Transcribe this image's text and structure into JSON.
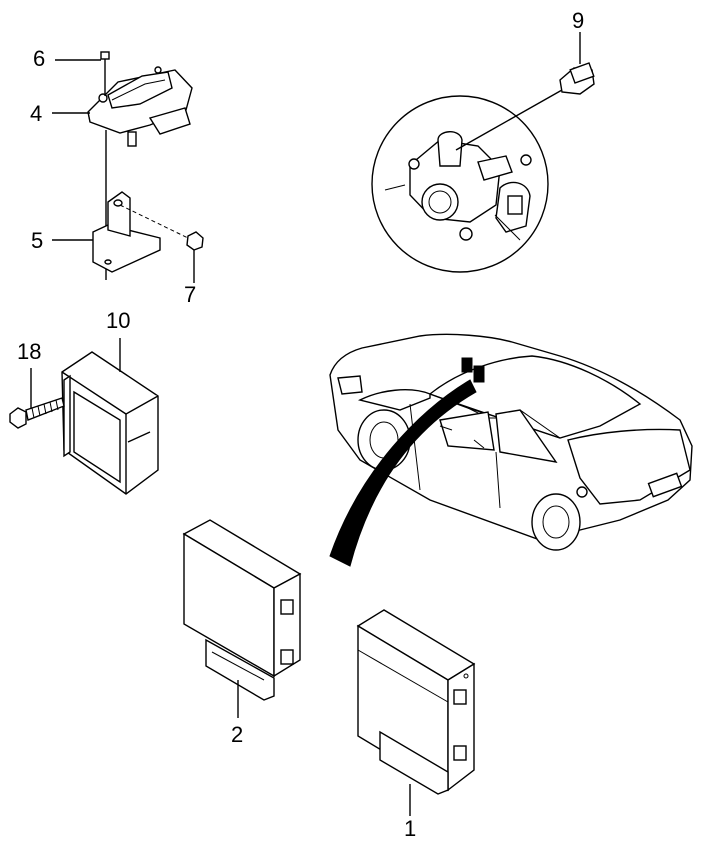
{
  "callouts": {
    "c1": "1",
    "c2": "2",
    "c4": "4",
    "c5": "5",
    "c6": "6",
    "c7": "7",
    "c9": "9",
    "c10": "10",
    "c18": "18"
  }
}
